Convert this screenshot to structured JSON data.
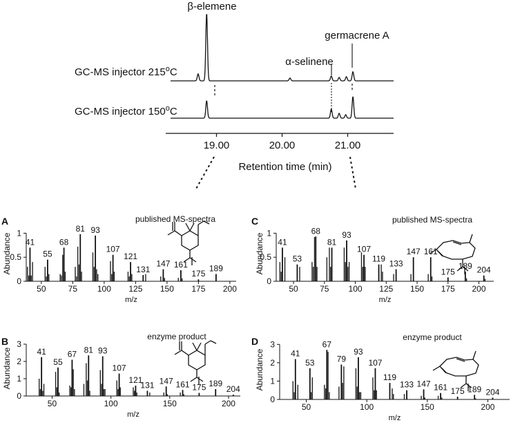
{
  "chromatogram": {
    "peak_labels": [
      "β-elemene",
      "α-selinene",
      "germacrene A"
    ],
    "traces": [
      {
        "name": "GC-MS injector 215",
        "sup": "o",
        "unit": "C"
      },
      {
        "name": "GC-MS injector 150",
        "sup": "o",
        "unit": "C"
      }
    ],
    "xlabel": "Retention time (min)",
    "ticks": [
      "19.00",
      "20.00",
      "21.00"
    ],
    "xlim": [
      18.3,
      21.7
    ],
    "peaks_215": [
      {
        "rt": 18.72,
        "h": 0.1
      },
      {
        "rt": 18.85,
        "h": 0.97
      },
      {
        "rt": 20.12,
        "h": 0.04
      },
      {
        "rt": 20.75,
        "h": 0.07
      },
      {
        "rt": 20.87,
        "h": 0.05
      },
      {
        "rt": 20.98,
        "h": 0.06
      },
      {
        "rt": 21.08,
        "h": 0.13
      }
    ],
    "peaks_150": [
      {
        "rt": 18.85,
        "h": 0.25
      },
      {
        "rt": 20.75,
        "h": 0.13
      },
      {
        "rt": 20.87,
        "h": 0.07
      },
      {
        "rt": 20.97,
        "h": 0.05
      },
      {
        "rt": 21.08,
        "h": 0.31
      }
    ]
  },
  "chart_data": [
    {
      "type": "bar",
      "panel": "A",
      "note": "published MS-spectra",
      "xlabel": "m/z",
      "ylabel": "Abundance",
      "xlim": [
        38,
        205
      ],
      "ylim": [
        0,
        1.15
      ],
      "xticks": [
        50,
        75,
        100,
        125,
        150,
        175,
        200
      ],
      "yticks": [
        "0",
        "0.5",
        "1"
      ],
      "labeled_peaks": [
        {
          "mz": 41,
          "y": 0.7,
          "label": "41"
        },
        {
          "mz": 55,
          "y": 0.45,
          "label": "55"
        },
        {
          "mz": 68,
          "y": 0.7,
          "label": "68"
        },
        {
          "mz": 81,
          "y": 0.98,
          "label": "81"
        },
        {
          "mz": 93,
          "y": 0.95,
          "label": "93"
        },
        {
          "mz": 107,
          "y": 0.55,
          "label": "107"
        },
        {
          "mz": 121,
          "y": 0.4,
          "label": "121"
        },
        {
          "mz": 131,
          "y": 0.13,
          "label": "131"
        },
        {
          "mz": 147,
          "y": 0.25,
          "label": "147"
        },
        {
          "mz": 161,
          "y": 0.23,
          "label": "161"
        },
        {
          "mz": 175,
          "y": 0.04,
          "label": "175"
        },
        {
          "mz": 189,
          "y": 0.15,
          "label": "189"
        }
      ],
      "minor_peaks": [
        [
          39,
          0.3
        ],
        [
          40,
          0.12
        ],
        [
          42,
          0.12
        ],
        [
          43,
          0.4
        ],
        [
          53,
          0.3
        ],
        [
          54,
          0.1
        ],
        [
          56,
          0.15
        ],
        [
          65,
          0.15
        ],
        [
          66,
          0.12
        ],
        [
          67,
          0.55
        ],
        [
          69,
          0.2
        ],
        [
          77,
          0.3
        ],
        [
          78,
          0.1
        ],
        [
          79,
          0.72
        ],
        [
          80,
          0.35
        ],
        [
          82,
          0.2
        ],
        [
          91,
          0.6
        ],
        [
          92,
          0.3
        ],
        [
          94,
          0.25
        ],
        [
          95,
          0.15
        ],
        [
          105,
          0.42
        ],
        [
          106,
          0.15
        ],
        [
          108,
          0.2
        ],
        [
          119,
          0.2
        ],
        [
          120,
          0.1
        ],
        [
          122,
          0.15
        ],
        [
          133,
          0.15
        ],
        [
          145,
          0.1
        ],
        [
          148,
          0.07
        ],
        [
          159,
          0.07
        ],
        [
          162,
          0.06
        ]
      ]
    },
    {
      "type": "bar",
      "panel": "B",
      "note": "enzyme product",
      "xlabel": "m/z",
      "ylabel": "Abundance",
      "xlim": [
        28,
        210
      ],
      "ylim": [
        0,
        3.2
      ],
      "xticks": [
        50,
        100,
        150,
        200
      ],
      "yticks": [
        "0",
        "1",
        "2",
        "3"
      ],
      "labeled_peaks": [
        {
          "mz": 41,
          "y": 2.25,
          "label": "41"
        },
        {
          "mz": 55,
          "y": 1.65,
          "label": "55"
        },
        {
          "mz": 67,
          "y": 2.1,
          "label": "67"
        },
        {
          "mz": 81,
          "y": 2.35,
          "label": "81"
        },
        {
          "mz": 93,
          "y": 2.3,
          "label": "93"
        },
        {
          "mz": 107,
          "y": 1.3,
          "label": "107"
        },
        {
          "mz": 121,
          "y": 0.6,
          "label": "121"
        },
        {
          "mz": 131,
          "y": 0.3,
          "label": "131"
        },
        {
          "mz": 147,
          "y": 0.55,
          "label": "147"
        },
        {
          "mz": 161,
          "y": 0.35,
          "label": "161"
        },
        {
          "mz": 175,
          "y": 0.18,
          "label": "175"
        },
        {
          "mz": 189,
          "y": 0.4,
          "label": "189"
        },
        {
          "mz": 204,
          "y": 0.08,
          "label": "204"
        }
      ],
      "minor_peaks": [
        [
          39,
          1.0
        ],
        [
          40,
          0.4
        ],
        [
          42,
          0.3
        ],
        [
          43,
          0.7
        ],
        [
          53,
          1.4
        ],
        [
          54,
          0.5
        ],
        [
          56,
          0.2
        ],
        [
          65,
          0.6
        ],
        [
          66,
          0.5
        ],
        [
          68,
          1.55
        ],
        [
          69,
          0.4
        ],
        [
          77,
          0.7
        ],
        [
          79,
          1.9
        ],
        [
          80,
          0.9
        ],
        [
          82,
          0.3
        ],
        [
          91,
          1.5
        ],
        [
          92,
          0.7
        ],
        [
          94,
          0.4
        ],
        [
          95,
          0.4
        ],
        [
          105,
          0.9
        ],
        [
          106,
          0.4
        ],
        [
          108,
          0.5
        ],
        [
          119,
          0.5
        ],
        [
          120,
          0.3
        ],
        [
          122,
          0.2
        ],
        [
          133,
          0.2
        ],
        [
          145,
          0.2
        ],
        [
          148,
          0.1
        ],
        [
          159,
          0.2
        ],
        [
          162,
          0.1
        ]
      ]
    },
    {
      "type": "bar",
      "panel": "C",
      "note": "published MS-spectra",
      "xlabel": "m/z",
      "ylabel": "Abundance",
      "xlim": [
        36,
        212
      ],
      "ylim": [
        0,
        1.15
      ],
      "xticks": [
        50,
        75,
        100,
        125,
        150,
        175,
        200
      ],
      "yticks": [
        "0",
        "0.5",
        "1"
      ],
      "labeled_peaks": [
        {
          "mz": 41,
          "y": 0.7,
          "label": "41"
        },
        {
          "mz": 53,
          "y": 0.35,
          "label": "53"
        },
        {
          "mz": 68,
          "y": 0.93,
          "label": "68"
        },
        {
          "mz": 81,
          "y": 0.7,
          "label": "81"
        },
        {
          "mz": 93,
          "y": 0.85,
          "label": "93"
        },
        {
          "mz": 107,
          "y": 0.55,
          "label": "107"
        },
        {
          "mz": 119,
          "y": 0.35,
          "label": "119"
        },
        {
          "mz": 133,
          "y": 0.25,
          "label": "133"
        },
        {
          "mz": 147,
          "y": 0.5,
          "label": "147"
        },
        {
          "mz": 161,
          "y": 0.5,
          "label": "161"
        },
        {
          "mz": 175,
          "y": 0.08,
          "label": "175"
        },
        {
          "mz": 189,
          "y": 0.2,
          "label": "189"
        },
        {
          "mz": 204,
          "y": 0.12,
          "label": "204"
        }
      ],
      "minor_peaks": [
        [
          39,
          0.4
        ],
        [
          40,
          0.2
        ],
        [
          43,
          0.5
        ],
        [
          55,
          0.3
        ],
        [
          65,
          0.4
        ],
        [
          66,
          0.3
        ],
        [
          67,
          0.92
        ],
        [
          69,
          0.3
        ],
        [
          77,
          0.5
        ],
        [
          79,
          0.7
        ],
        [
          80,
          0.3
        ],
        [
          91,
          0.7
        ],
        [
          92,
          0.4
        ],
        [
          94,
          0.3
        ],
        [
          95,
          0.4
        ],
        [
          105,
          0.6
        ],
        [
          106,
          0.3
        ],
        [
          108,
          0.3
        ],
        [
          121,
          0.35
        ],
        [
          122,
          0.2
        ],
        [
          131,
          0.15
        ],
        [
          145,
          0.15
        ],
        [
          159,
          0.15
        ],
        [
          162,
          0.1
        ],
        [
          190,
          0.06
        ],
        [
          205,
          0.05
        ]
      ]
    },
    {
      "type": "bar",
      "panel": "D",
      "note": "enzyme product",
      "xlabel": "m/z",
      "ylabel": "Abundance",
      "xlim": [
        28,
        218
      ],
      "ylim": [
        0,
        3.2
      ],
      "xticks": [
        50,
        100,
        150,
        200
      ],
      "yticks": [
        "0",
        "1",
        "2",
        "3"
      ],
      "labeled_peaks": [
        {
          "mz": 41,
          "y": 2.2,
          "label": "41"
        },
        {
          "mz": 53,
          "y": 1.7,
          "label": "53"
        },
        {
          "mz": 67,
          "y": 2.7,
          "label": "67"
        },
        {
          "mz": 79,
          "y": 1.9,
          "label": "79"
        },
        {
          "mz": 93,
          "y": 2.3,
          "label": "93"
        },
        {
          "mz": 107,
          "y": 1.7,
          "label": "107"
        },
        {
          "mz": 119,
          "y": 0.9,
          "label": "119"
        },
        {
          "mz": 133,
          "y": 0.5,
          "label": "133"
        },
        {
          "mz": 147,
          "y": 0.55,
          "label": "147"
        },
        {
          "mz": 161,
          "y": 0.35,
          "label": "161"
        },
        {
          "mz": 175,
          "y": 0.15,
          "label": "175"
        },
        {
          "mz": 189,
          "y": 0.25,
          "label": "189"
        },
        {
          "mz": 204,
          "y": 0.1,
          "label": "204"
        }
      ],
      "minor_peaks": [
        [
          39,
          1.0
        ],
        [
          40,
          0.4
        ],
        [
          43,
          0.8
        ],
        [
          55,
          1.2
        ],
        [
          54,
          0.4
        ],
        [
          65,
          0.8
        ],
        [
          66,
          0.6
        ],
        [
          68,
          2.6
        ],
        [
          69,
          0.4
        ],
        [
          77,
          0.7
        ],
        [
          80,
          0.9
        ],
        [
          81,
          1.8
        ],
        [
          91,
          1.7
        ],
        [
          92,
          0.7
        ],
        [
          94,
          0.4
        ],
        [
          95,
          0.4
        ],
        [
          105,
          1.2
        ],
        [
          106,
          0.5
        ],
        [
          108,
          0.5
        ],
        [
          121,
          0.6
        ],
        [
          122,
          0.3
        ],
        [
          131,
          0.3
        ],
        [
          145,
          0.2
        ],
        [
          148,
          0.1
        ],
        [
          159,
          0.2
        ],
        [
          162,
          0.1
        ],
        [
          190,
          0.06
        ]
      ]
    }
  ]
}
